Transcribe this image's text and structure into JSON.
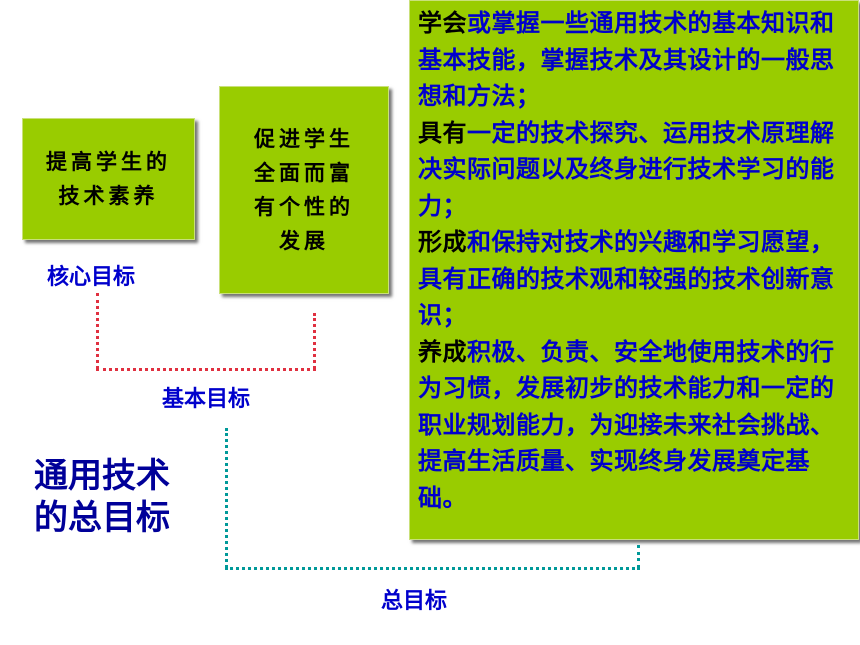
{
  "boxes": {
    "literacy": [
      "提高学生的",
      "技术素养"
    ],
    "development": [
      "促进学生",
      "全面而富",
      "有个性的",
      "发展"
    ]
  },
  "goals": [
    {
      "key": "学会",
      "text": "或掌握一些通用技术的基本知识和基本技能，掌握技术及其设计的一般思想和方法；"
    },
    {
      "key": "具有",
      "text": "一定的技术探究、运用技术原理解决实际问题以及终身进行技术学习的能力；"
    },
    {
      "key": "形成",
      "text": "和保持对技术的兴趣和学习愿望，具有正确的技术观和较强的技术创新意识；"
    },
    {
      "key": "养成",
      "text": "积极、负责、安全地使用技术的行为习惯，发展初步的技术能力和一定的职业规划能力，为迎接未来社会挑战、提高生活质量、实现终身发展奠定基础。"
    }
  ],
  "labels": {
    "core": "核心目标",
    "basic": "基本目标",
    "overall": "总目标",
    "title_line1": "通用技术",
    "title_line2": "的总目标"
  },
  "colors": {
    "box_fill": "#99cc00",
    "text_blue": "#0000cc",
    "dot_red": "#e03040",
    "dot_teal": "#009999"
  }
}
